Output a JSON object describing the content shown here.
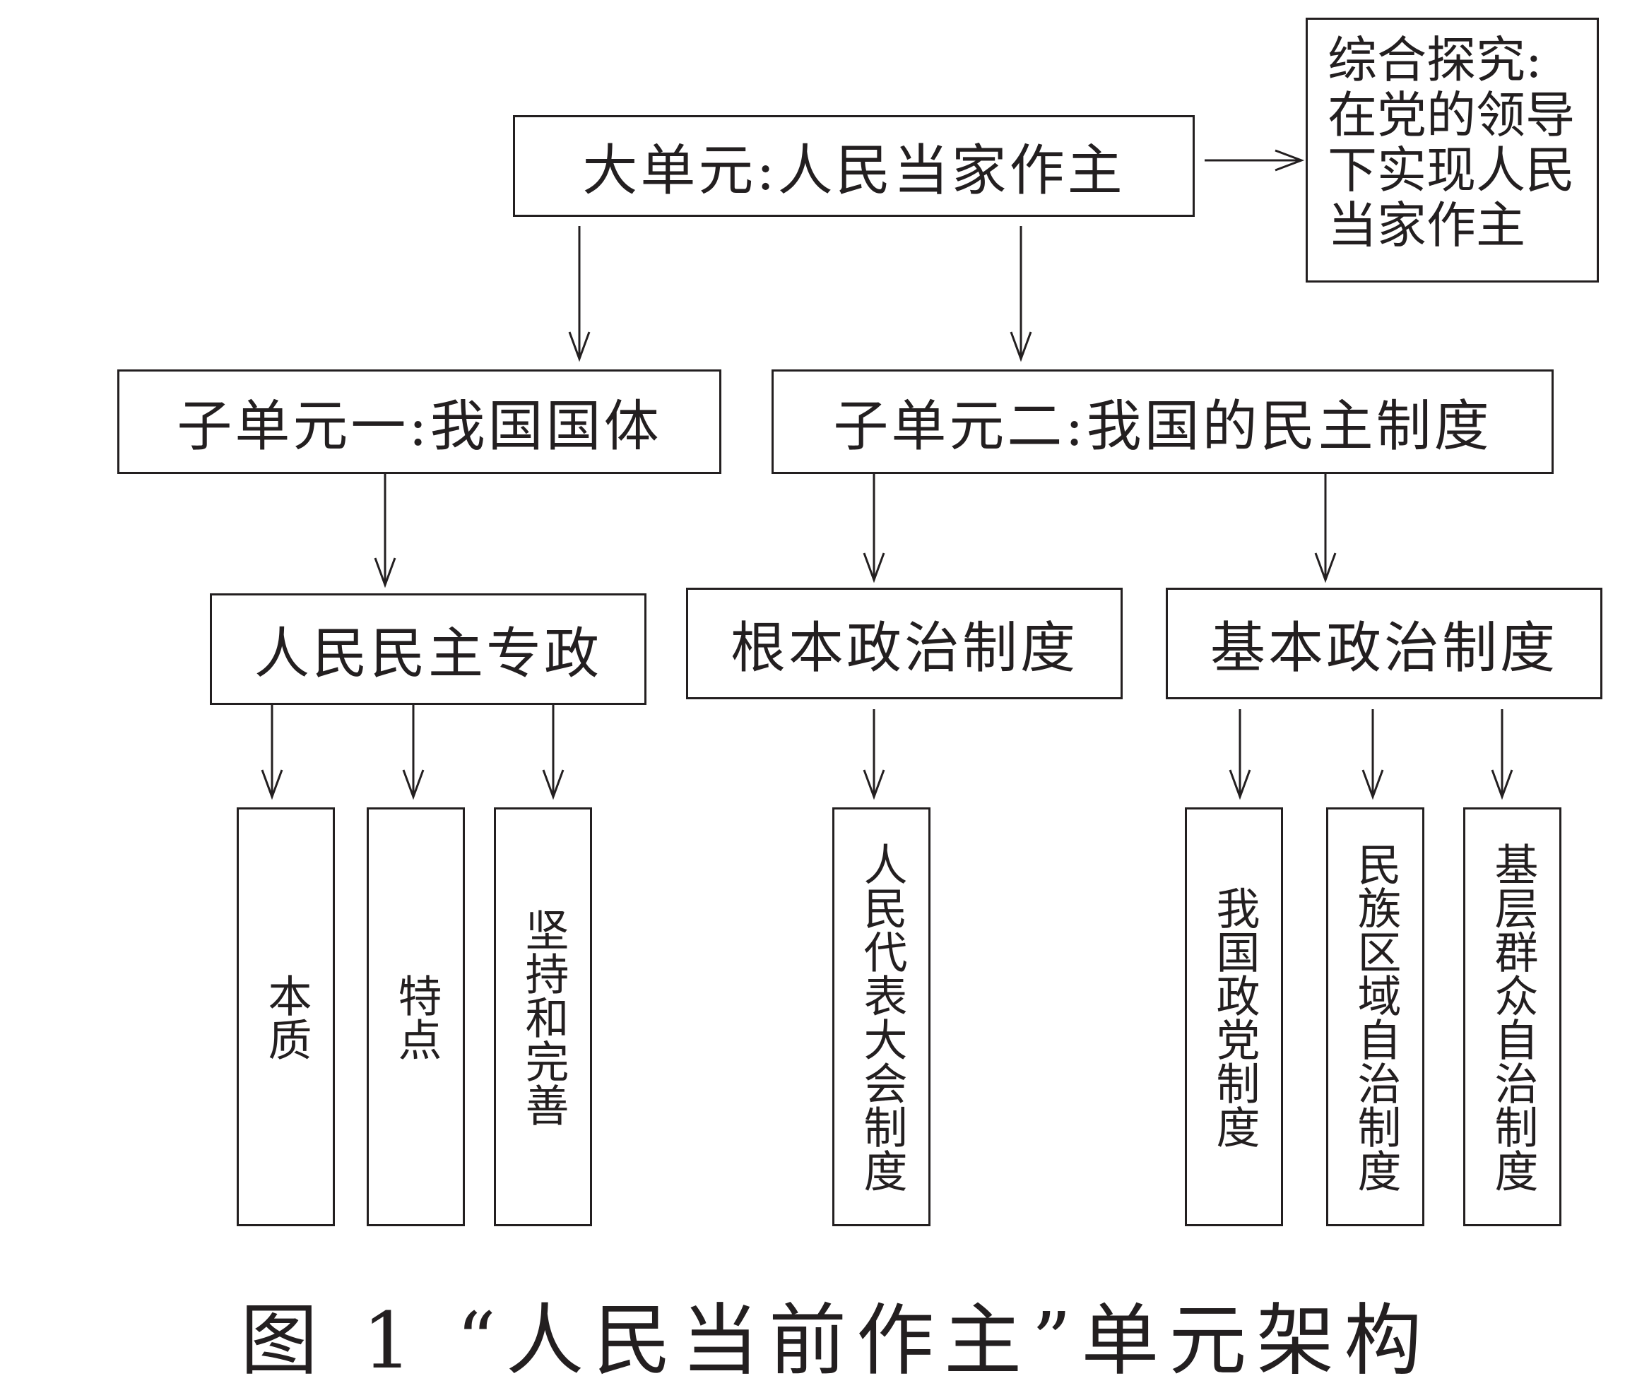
{
  "root": {
    "label": "大单元:人民当家作主"
  },
  "exploration": {
    "label": "综合探究:在党的领导下实现人民当家作主"
  },
  "sub_units": [
    {
      "label": "子单元一:我国国体"
    },
    {
      "label": "子单元二:我国的民主制度"
    }
  ],
  "topics": [
    {
      "label": "人民民主专政"
    },
    {
      "label": "根本政治制度"
    },
    {
      "label": "基本政治制度"
    }
  ],
  "leaves": [
    {
      "label": "本质"
    },
    {
      "label": "特点"
    },
    {
      "label": "坚持和完善"
    },
    {
      "label": "人民代表大会制度"
    },
    {
      "label": "我国政党制度"
    },
    {
      "label": "民族区域自治制度"
    },
    {
      "label": "基层群众自治制度"
    }
  ],
  "caption": "图 1 “人民当前作主”单元架构"
}
